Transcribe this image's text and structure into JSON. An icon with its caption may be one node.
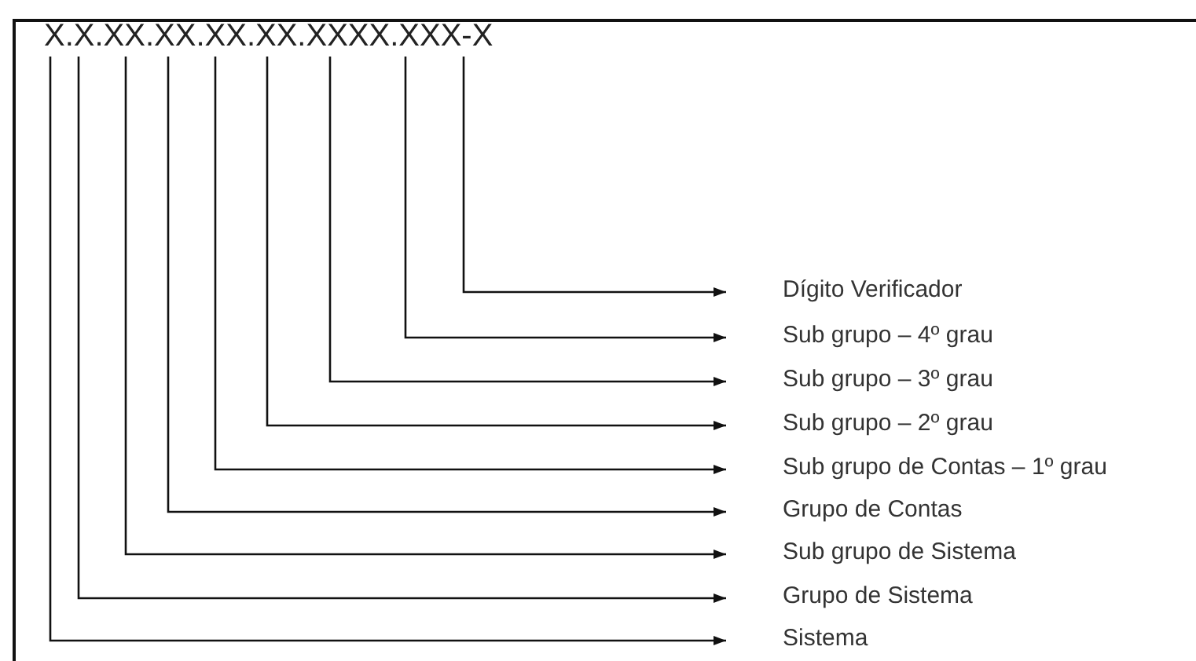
{
  "diagram": {
    "nodes": [
      {
        "text": [
          "X.X.XX.XX.XX.XX.XXXX.XXX-X"
        ]
      },
      {
        "text": [
          "Dígito Verificador"
        ]
      },
      {
        "text": [
          "Sub grupo – 4º grau"
        ]
      },
      {
        "text": [
          "Sub grupo – 3º grau"
        ]
      },
      {
        "text": [
          "Sub grupo – 2º grau"
        ]
      },
      {
        "text": [
          "Sub grupo de Contas – 1º grau"
        ]
      },
      {
        "text": [
          "Grupo de Contas"
        ]
      },
      {
        "text": [
          "Sub grupo de Sistema"
        ]
      },
      {
        "text": [
          "Grupo de Sistema"
        ]
      },
      {
        "text": [
          "Sistema"
        ]
      }
    ],
    "edges": [
      {
        "from": 0,
        "to": 1,
        "arrow": "to"
      },
      {
        "from": 0,
        "to": 2,
        "arrow": "to"
      },
      {
        "from": 0,
        "to": 3,
        "arrow": "to"
      },
      {
        "from": 0,
        "to": 4,
        "arrow": "to"
      },
      {
        "from": 0,
        "to": 5,
        "arrow": "to"
      },
      {
        "from": 0,
        "to": 6,
        "arrow": "to"
      },
      {
        "from": 0,
        "to": 7,
        "arrow": "to"
      },
      {
        "from": 0,
        "to": 8,
        "arrow": "to"
      },
      {
        "from": 0,
        "to": 9,
        "arrow": "to"
      }
    ]
  }
}
